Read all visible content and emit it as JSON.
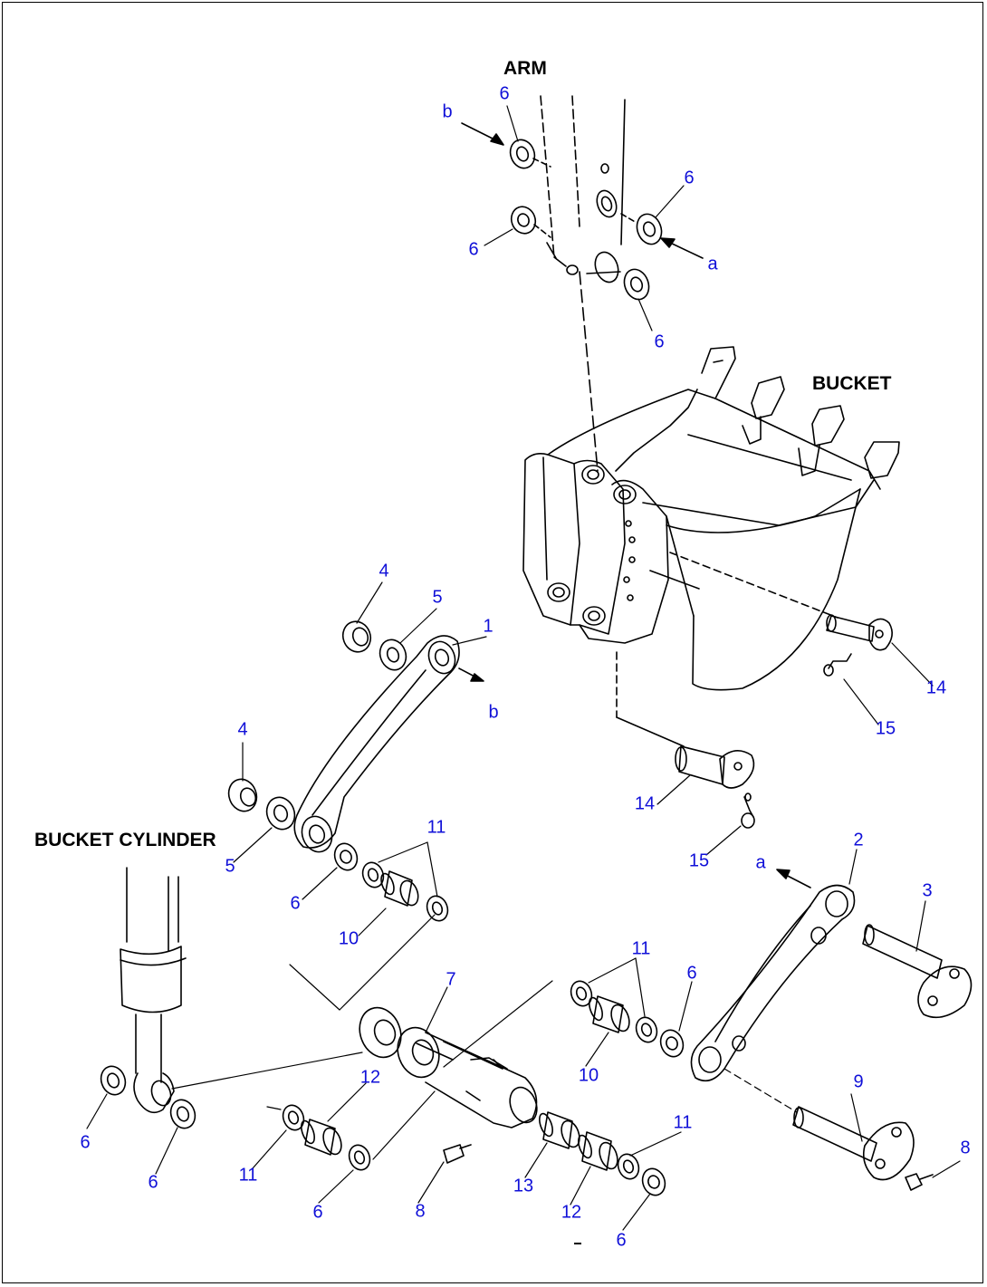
{
  "headings": {
    "arm": "ARM",
    "bucket": "BUCKET",
    "bucket_cylinder": "BUCKET CYLINDER"
  },
  "refs": {
    "a": "a",
    "b": "b"
  },
  "parts": {
    "p1": "1",
    "p2": "2",
    "p3": "3",
    "p4": "4",
    "p5": "5",
    "p6": "6",
    "p7": "7",
    "p8": "8",
    "p9": "9",
    "p10": "10",
    "p11": "11",
    "p12": "12",
    "p13": "13",
    "p14": "14",
    "p15": "15"
  },
  "colors": {
    "callout": "#1010d8",
    "line": "#000000",
    "background": "#ffffff"
  }
}
